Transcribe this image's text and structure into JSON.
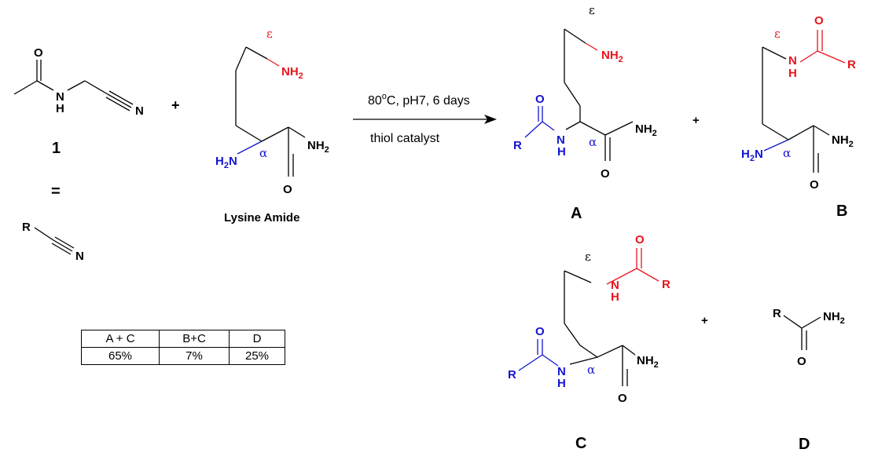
{
  "reactant1": {
    "number": "1",
    "equals": "=",
    "atoms": {
      "O": "O",
      "H": "H",
      "N": "N"
    },
    "generic_R": "R",
    "generic_N": "N"
  },
  "plus": "+",
  "lysine_amide": {
    "name": "Lysine Amide",
    "epsilon": "ε",
    "alpha": "α",
    "NH2": "NH",
    "sub2": "2",
    "O": "O",
    "H2N": "H",
    "H2N_sub": "2",
    "H2N_N": "N"
  },
  "conditions": {
    "top": "80",
    "degree": "o",
    "top_rest": "C, pH7, 6 days",
    "bottom": "thiol catalyst"
  },
  "products": {
    "A": {
      "label": "A"
    },
    "B": {
      "label": "B"
    },
    "C": {
      "label": "C"
    },
    "D": {
      "label": "D"
    }
  },
  "atoms": {
    "R": "R",
    "O": "O",
    "H": "H",
    "N": "N",
    "NH": "NH",
    "sub2": "2",
    "eps": "ε",
    "alpha": "α"
  },
  "yield_table": {
    "headers": [
      "A + C",
      "B+C",
      "D"
    ],
    "values": [
      "65%",
      "7%",
      "25%"
    ]
  }
}
